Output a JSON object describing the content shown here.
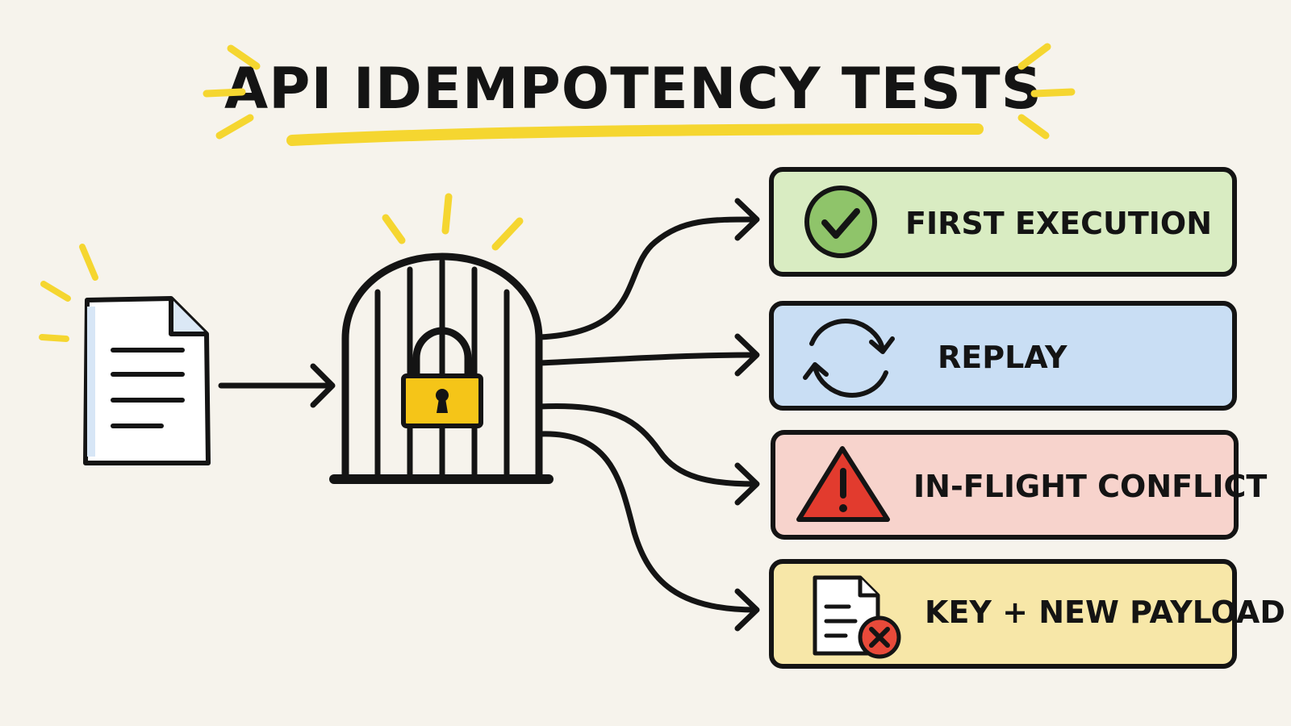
{
  "title": "API IDEMPOTENCY TESTS",
  "colors": {
    "background": "#f6f3ec",
    "ink": "#141414",
    "highlight": "#f5d630",
    "lock": "#f5c518"
  },
  "outcomes": [
    {
      "label": "FIRST EXECUTION",
      "icon": "check-circle-icon",
      "fill": "#d9ecc2",
      "icon_color": "#8fc46a"
    },
    {
      "label": "REPLAY",
      "icon": "refresh-arrows-icon",
      "fill": "#c9def4",
      "icon_color": "#6fa3dc"
    },
    {
      "label": "IN-FLIGHT CONFLICT",
      "icon": "warning-triangle-icon",
      "fill": "#f7d3cc",
      "icon_color": "#e23b2e"
    },
    {
      "label": "KEY + NEW PAYLOAD",
      "icon": "document-error-icon",
      "fill": "#f7e7a8",
      "icon_color": "#e84a3a"
    }
  ]
}
